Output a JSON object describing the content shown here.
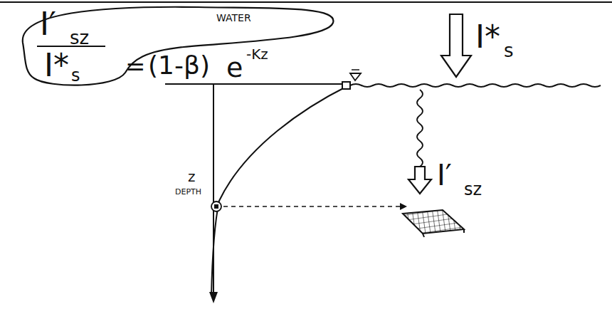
{
  "diagram": {
    "nodes": [
      {
        "text": [
          "WATER",
          "I′",
          "sz",
          "I*",
          "s"
        ]
      }
    ],
    "labels": [
      "=",
      "(1-β)",
      "e",
      "-Kz",
      "I*",
      "s",
      "I′",
      "sz",
      "z",
      "DEPTH"
    ]
  }
}
